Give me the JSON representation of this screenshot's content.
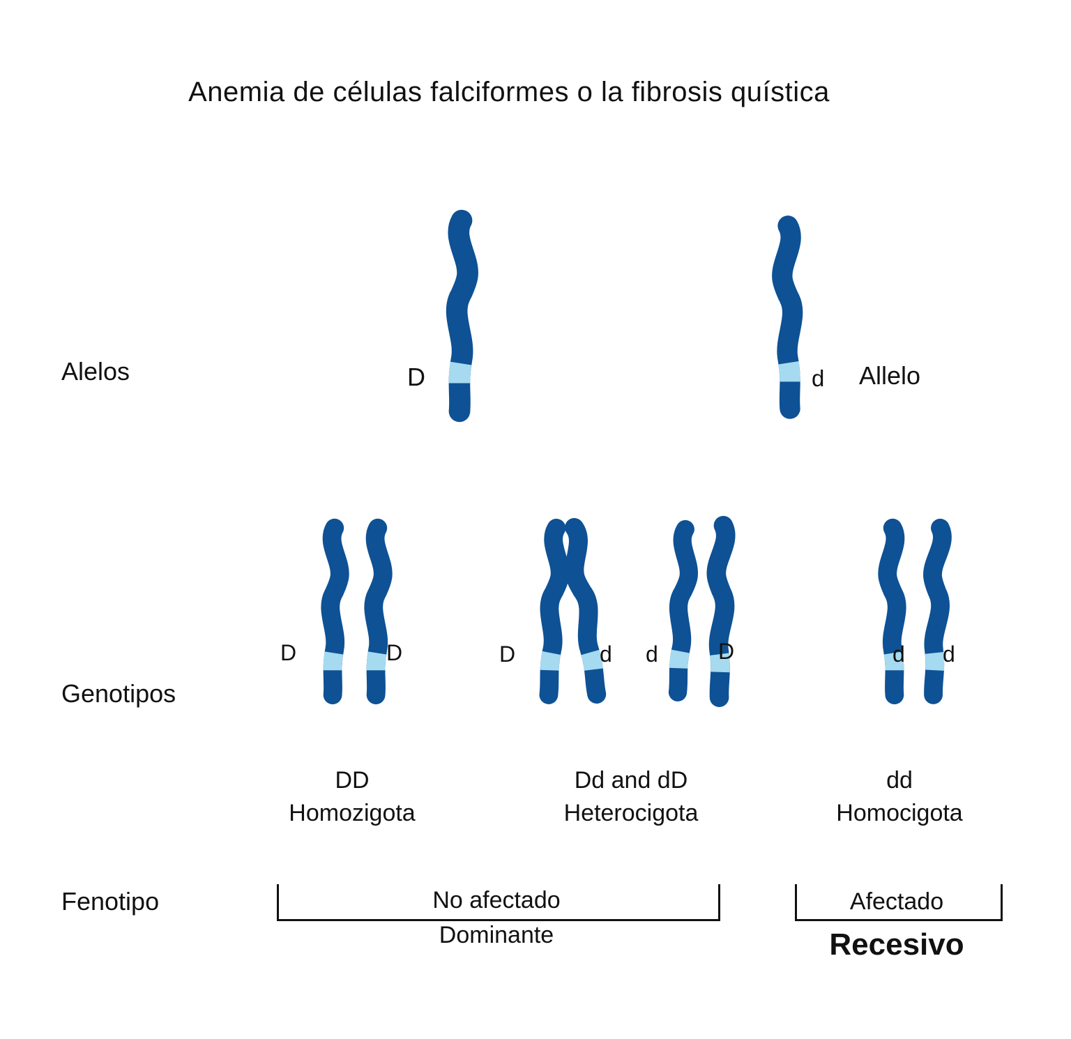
{
  "title": "Anemia de células falciformes o la fibrosis quística",
  "colors": {
    "chrom_dark": "#0e5195",
    "chrom_band": "#a6daf0",
    "text": "#111111"
  },
  "alleles": {
    "row_label": "Alelos",
    "dominant_symbol": "D",
    "recessive_symbol": "d",
    "caption": "Allelo"
  },
  "genotypes": {
    "row_label": "Genotipos",
    "pairs": [
      {
        "left": "D",
        "right": "D"
      },
      {
        "left": "D",
        "right": "d"
      },
      {
        "left": "d",
        "right": "D"
      },
      {
        "left": "d",
        "right": "d"
      }
    ],
    "captions": [
      {
        "genotype": "DD",
        "zygosity": "Homozigota"
      },
      {
        "genotype": "Dd and dD",
        "zygosity": "Heterocigota"
      },
      {
        "genotype": "dd",
        "zygosity": "Homocigota"
      }
    ]
  },
  "phenotype": {
    "row_label": "Fenotipo",
    "groups": [
      {
        "status": "No afectado",
        "inheritance": "Dominante"
      },
      {
        "status": "Afectado",
        "inheritance": "Recesivo"
      }
    ]
  }
}
